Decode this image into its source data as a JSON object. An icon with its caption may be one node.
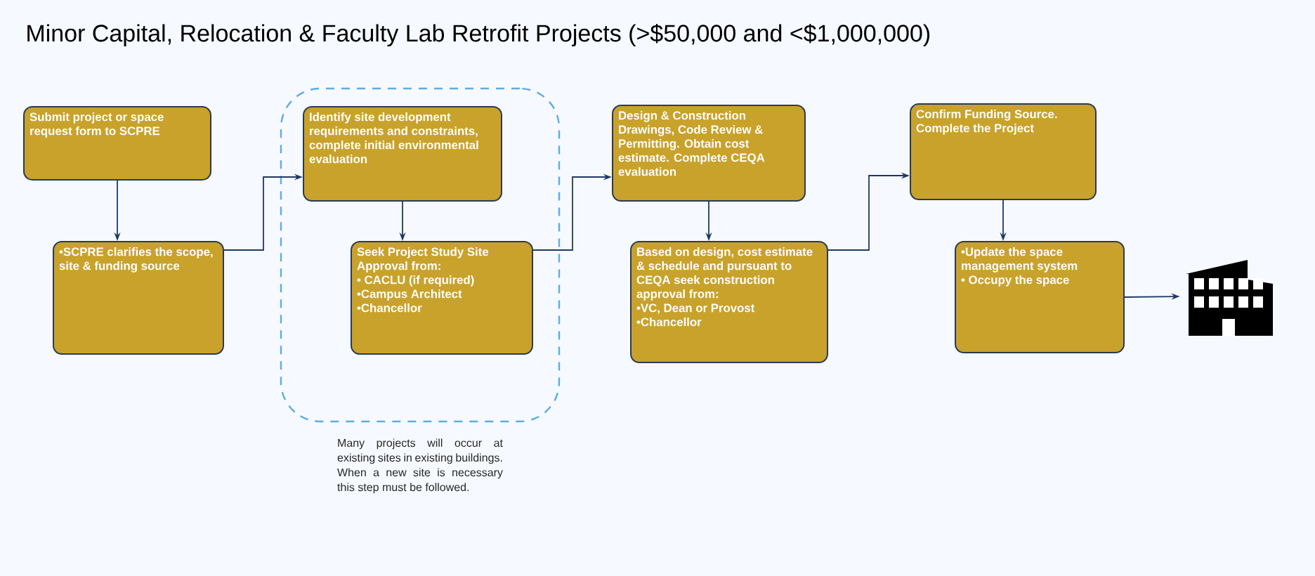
{
  "diagram": {
    "title": "Minor Capital, Relocation & Faculty Lab Retrofit Projects (>$50,000 and <$1,000,000)",
    "nodes": [
      {
        "text": [
          "Submit project or space request form to SCPRE"
        ]
      },
      {
        "text": [
          "•SCPRE clarifies the scope, site & funding source"
        ]
      },
      {
        "text": [],
        "shape": "box",
        "beside": [
          "Many projects will occur at existing sites in existing buildings. When a new site is necessary this step must be followed."
        ]
      },
      {
        "text": [
          "Identify site development requirements and constraints, complete initial environmental evaluation"
        ],
        "in": 2
      },
      {
        "text": [
          "Seek Project Study Site Approval from:",
          "• CACLU (if required)",
          "•Campus Architect",
          "•Chancellor"
        ],
        "in": 2
      },
      {
        "text": [
          "Design & Construction Drawings, Code Review & Permitting. Obtain cost estimate. Complete CEQA evaluation"
        ]
      },
      {
        "text": [
          "Based on design, cost estimate & schedule and pursuant to CEQA seek construction approval from:",
          "•VC, Dean or Provost",
          "•Chancellor"
        ]
      },
      {
        "text": [
          "Confirm Funding Source. Complete the Project"
        ]
      },
      {
        "text": [
          "•Update the space management system",
          "• Occupy the space"
        ]
      },
      {
        "text": [],
        "shape": "picture"
      }
    ],
    "edges": [
      {
        "from": 0,
        "to": 1,
        "arrow": "to"
      },
      {
        "from": 1,
        "to": 3,
        "arrow": "to"
      },
      {
        "from": 3,
        "to": 4,
        "arrow": "to"
      },
      {
        "from": 4,
        "to": 5,
        "arrow": "to"
      },
      {
        "from": 5,
        "to": 6,
        "arrow": "to"
      },
      {
        "from": 6,
        "to": 7,
        "arrow": "to"
      },
      {
        "from": 7,
        "to": 8,
        "arrow": "to"
      },
      {
        "from": 8,
        "to": 9,
        "arrow": "to"
      }
    ]
  }
}
